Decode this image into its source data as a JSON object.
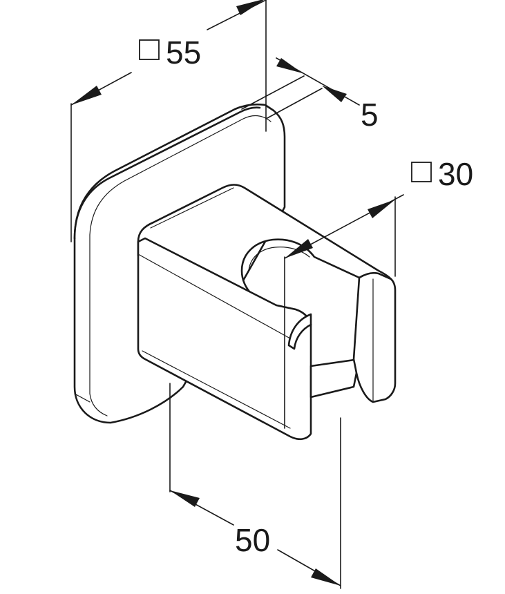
{
  "dimensions": {
    "plate_square": {
      "symbol": "square-symbol",
      "value": "55"
    },
    "plate_thickness": {
      "value": "5"
    },
    "holder_square": {
      "symbol": "square-symbol",
      "value": "30"
    },
    "projection": {
      "value": "50"
    }
  }
}
